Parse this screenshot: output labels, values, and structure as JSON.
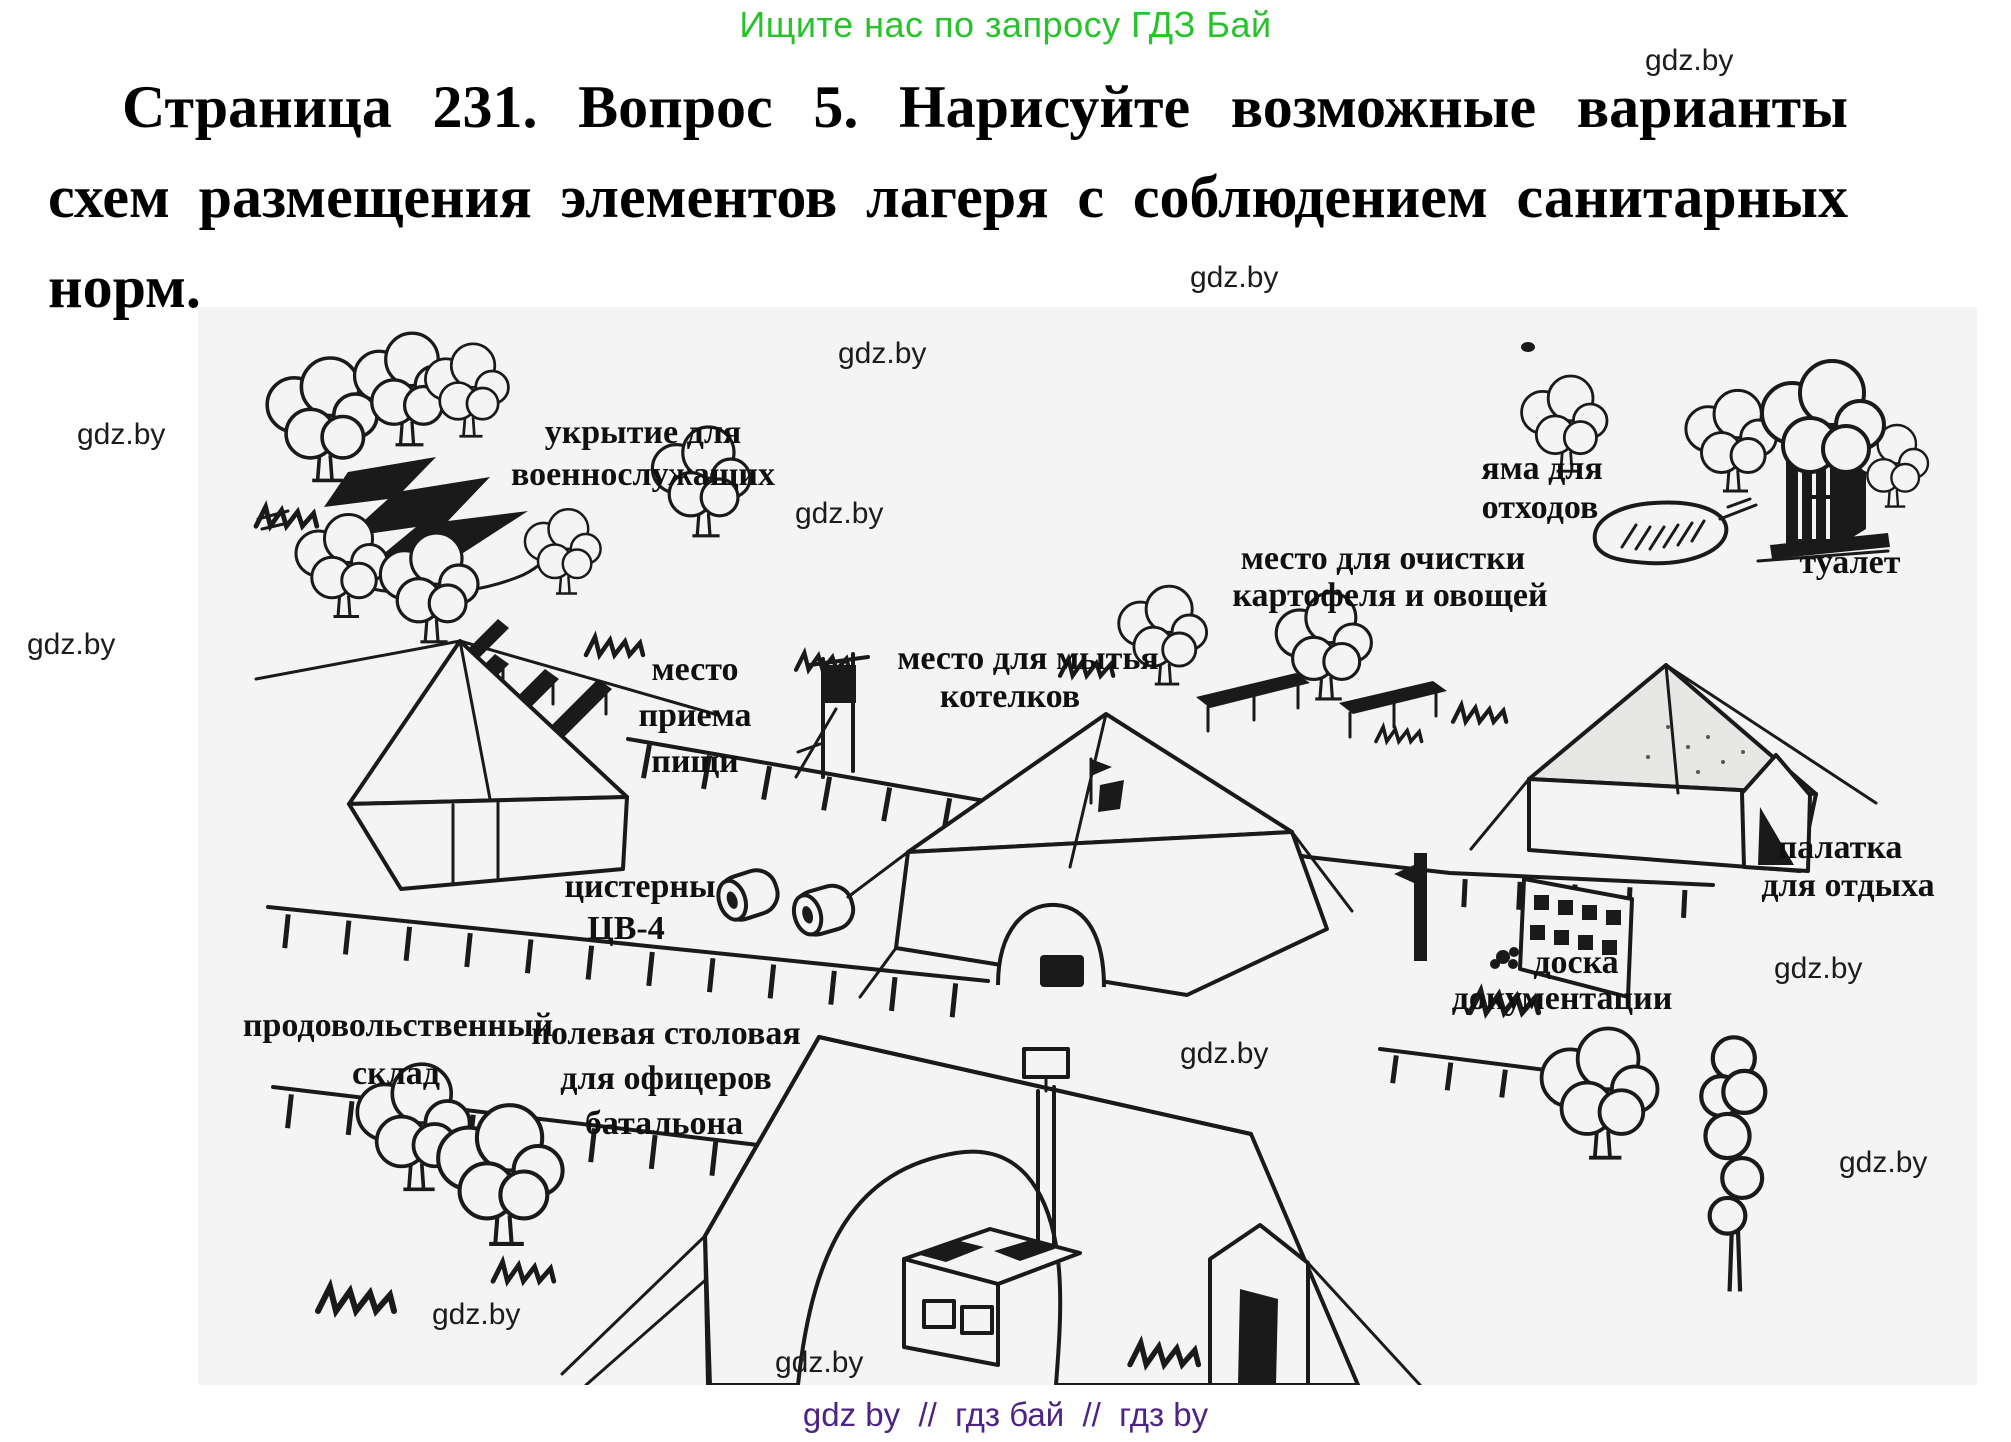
{
  "banner": {
    "text": "Ищите нас по запросу ГДЗ Бай",
    "color": "#26c32b"
  },
  "watermark": {
    "text": "gdz.by"
  },
  "heading": {
    "line1": "Страница 231. Вопрос 5. Нарисуйте возможные варианты",
    "line2": "схем размещения элементов лагеря с соблюдением санитарных",
    "line3": "норм."
  },
  "diagram": {
    "labels": {
      "shelter": {
        "line1": "укрытие для",
        "line2": "военнослужащих"
      },
      "eating": {
        "line1": "место",
        "line2": "приема",
        "line3": "пищи"
      },
      "washing": {
        "line1": "место для мытья",
        "line2": "котелков"
      },
      "cleaning": {
        "line1": "место для очистки",
        "line2": "картофеля и овощей"
      },
      "waste_pit": {
        "line1": "яма для",
        "line2": "отходов"
      },
      "toilet": {
        "label": "туалет"
      },
      "cisterns": {
        "line1": "цистерны",
        "line2": "ЦВ-4"
      },
      "food_warehouse": {
        "line1": "продовольственный",
        "line2": "склад"
      },
      "rest_tent": {
        "line1": "палатка",
        "line2": "для отдыха"
      },
      "doc_board": {
        "line1": "доска",
        "line2": "документации"
      },
      "field_canteen": {
        "line1": "полевая столовая",
        "line2": "для офицеров",
        "line3": "батальона"
      }
    }
  },
  "footer": {
    "text": "gdz by  //  гдз бай  //  гдз by",
    "color": "#4e2386"
  }
}
